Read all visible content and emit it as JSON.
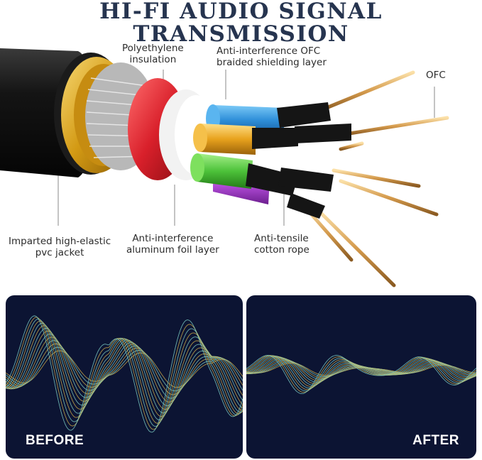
{
  "title": "HI-FI AUDIO SIGNAL TRANSMISSION",
  "labels": {
    "polyethylene": [
      "Polyethylene",
      "insulation"
    ],
    "shielding": [
      "Anti-interference OFC",
      "braided shielding layer"
    ],
    "ofc": "OFC",
    "jacket": [
      "Imparted high-elastic",
      "pvc jacket"
    ],
    "foil": [
      "Anti-interference",
      "aluminum foil layer"
    ],
    "rope": [
      "Anti-tensile",
      "cotton rope"
    ]
  },
  "panels": {
    "before": "BEFORE",
    "after": "AFTER"
  },
  "colors": {
    "title": "#26344f",
    "panel_bg": "#0c1433",
    "wave_gold": "#d4b04a",
    "wave_teal": "#7fd3c9",
    "jacket": "#121212",
    "gold_ring": "#d8a521",
    "red_foil": "#d9202b",
    "blue_core": "#2f8fd9",
    "orange_core": "#e8a21d",
    "green_core": "#4dc23a",
    "purple_core": "#b04ad6",
    "copper": "#d9a25a"
  }
}
